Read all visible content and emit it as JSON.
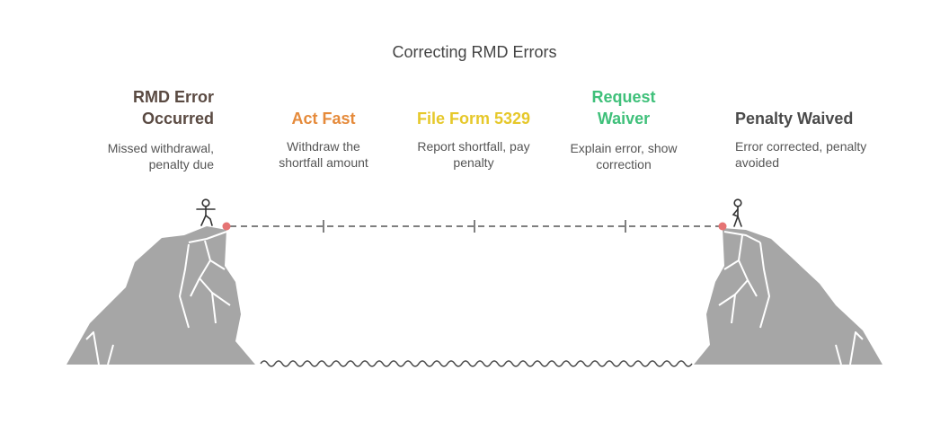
{
  "title": "Correcting RMD Errors",
  "colors": {
    "step1": "#5a4a42",
    "step2": "#e58a3a",
    "step3": "#e6c82a",
    "step4": "#3fc07a",
    "step5": "#4a4a4a",
    "cliff": "#a6a6a6",
    "marker": "#e57373"
  },
  "steps": [
    {
      "heading": "RMD Error\nOccurred",
      "description": "Missed withdrawal,\npenalty due"
    },
    {
      "heading": "Act Fast",
      "description": "Withdraw the\nshortfall amount"
    },
    {
      "heading": "File Form 5329",
      "description": "Report shortfall, pay\npenalty"
    },
    {
      "heading": "Request\nWaiver",
      "description": "Explain error, show\ncorrection"
    },
    {
      "heading": "Penalty Waived",
      "description": "Error corrected, penalty\navoided"
    }
  ]
}
